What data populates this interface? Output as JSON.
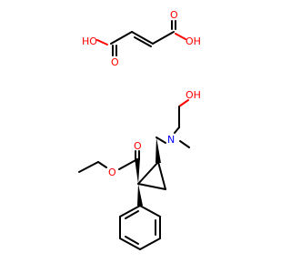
{
  "structure": {
    "fumaric_acid": {
      "left_ho": "HO",
      "left_carbonyl_o": "O",
      "right_carbonyl_o": "O",
      "right_oh": "OH"
    },
    "milnacipran_ester": {
      "hydroxy_oh": "OH",
      "amine_n": "N",
      "ester_carbonyl_o": "O",
      "ester_o": "O"
    }
  },
  "colors": {
    "bond": "#000000",
    "oxygen": "#ff0000",
    "nitrogen": "#0000ff",
    "background": "#ffffff"
  }
}
